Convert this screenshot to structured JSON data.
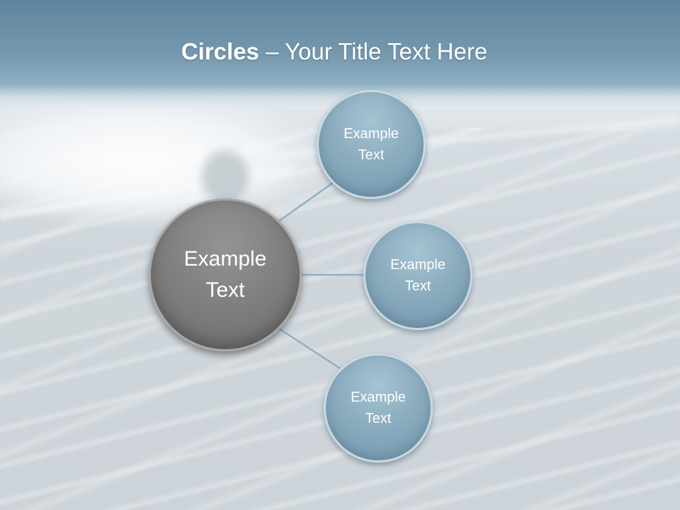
{
  "title": {
    "bold": "Circles",
    "rest": " – Your Title Text Here"
  },
  "colors": {
    "connector": "#8fb0c2",
    "main_circle": "#808080",
    "satellite_circle": "#8cacbf",
    "text": "#ffffff"
  },
  "diagram": {
    "center": {
      "label": "Example\nText"
    },
    "satellites": [
      {
        "label": "Example\nText"
      },
      {
        "label": "Example\nText"
      },
      {
        "label": "Example\nText"
      }
    ]
  }
}
